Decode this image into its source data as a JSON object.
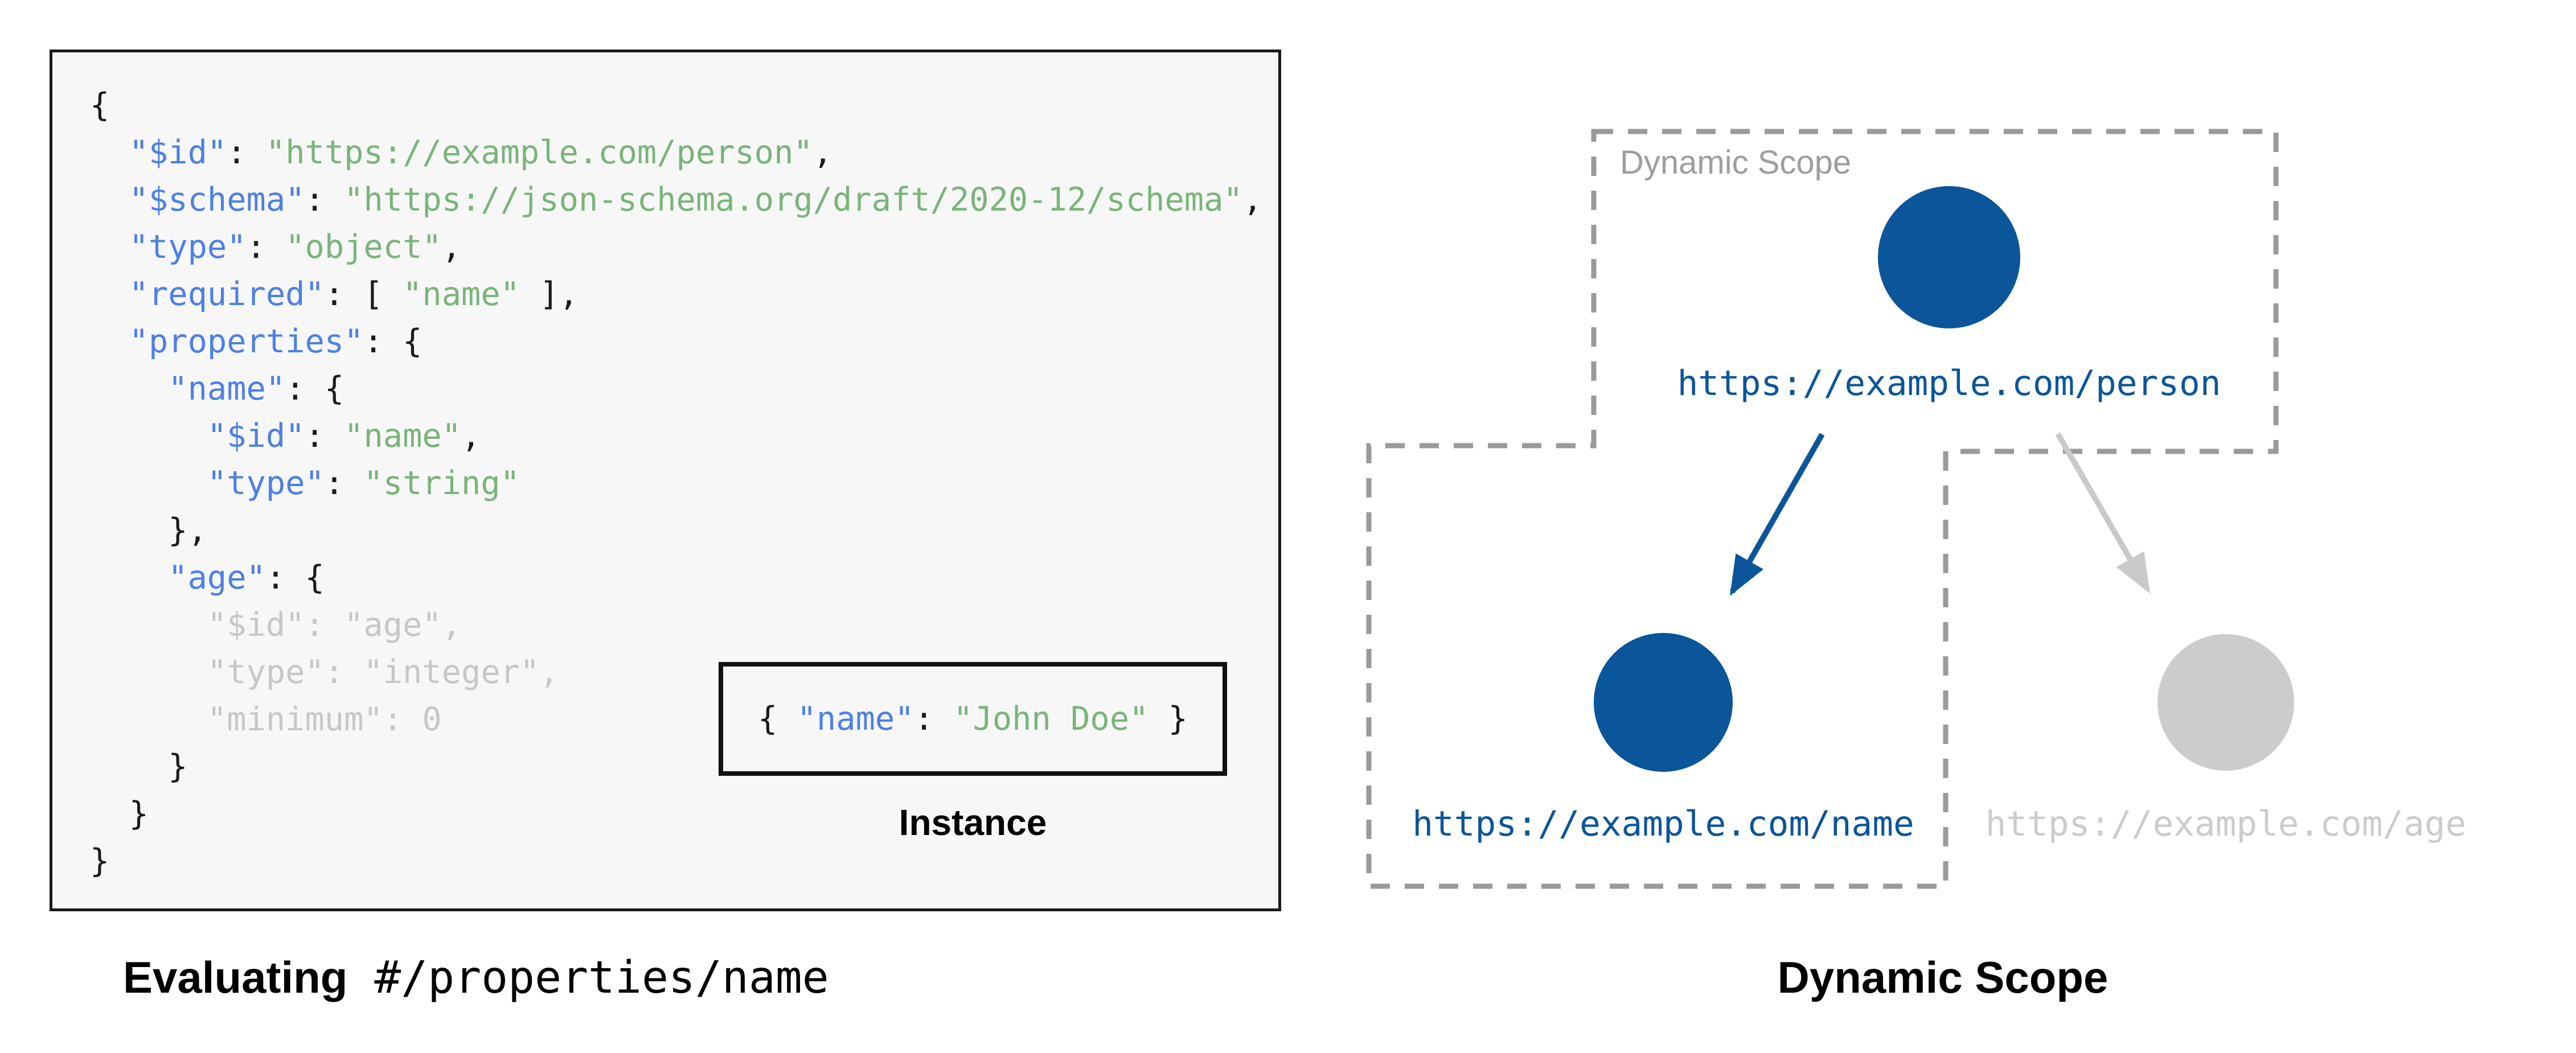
{
  "left_panel": {
    "code_lines": [
      [
        [
          "p",
          "{"
        ]
      ],
      [
        [
          "p",
          "  "
        ],
        [
          "k",
          "\"$id\""
        ],
        [
          "p",
          ": "
        ],
        [
          "s",
          "\"https://example.com/person\""
        ],
        [
          "p",
          ","
        ]
      ],
      [
        [
          "p",
          "  "
        ],
        [
          "k",
          "\"$schema\""
        ],
        [
          "p",
          ": "
        ],
        [
          "s",
          "\"https://json-schema.org/draft/2020-12/schema\""
        ],
        [
          "p",
          ","
        ]
      ],
      [
        [
          "p",
          "  "
        ],
        [
          "k",
          "\"type\""
        ],
        [
          "p",
          ": "
        ],
        [
          "s",
          "\"object\""
        ],
        [
          "p",
          ","
        ]
      ],
      [
        [
          "p",
          "  "
        ],
        [
          "k",
          "\"required\""
        ],
        [
          "p",
          ": [ "
        ],
        [
          "s",
          "\"name\""
        ],
        [
          "p",
          " ],"
        ]
      ],
      [
        [
          "p",
          "  "
        ],
        [
          "k",
          "\"properties\""
        ],
        [
          "p",
          ": {"
        ]
      ],
      [
        [
          "p",
          "    "
        ],
        [
          "k",
          "\"name\""
        ],
        [
          "p",
          ": {"
        ]
      ],
      [
        [
          "p",
          "      "
        ],
        [
          "k",
          "\"$id\""
        ],
        [
          "p",
          ": "
        ],
        [
          "s",
          "\"name\""
        ],
        [
          "p",
          ","
        ]
      ],
      [
        [
          "p",
          "      "
        ],
        [
          "k",
          "\"type\""
        ],
        [
          "p",
          ": "
        ],
        [
          "s",
          "\"string\""
        ]
      ],
      [
        [
          "p",
          "    },"
        ]
      ],
      [
        [
          "p",
          "    "
        ],
        [
          "k",
          "\"age\""
        ],
        [
          "p",
          ": {"
        ]
      ],
      [
        [
          "g",
          "      \"$id\": \"age\","
        ]
      ],
      [
        [
          "g",
          "      \"type\": \"integer\","
        ]
      ],
      [
        [
          "g",
          "      \"minimum\": 0"
        ]
      ],
      [
        [
          "p",
          "    }"
        ]
      ],
      [
        [
          "p",
          "  }"
        ]
      ],
      [
        [
          "p",
          "}"
        ]
      ]
    ],
    "instance": {
      "tokens": [
        [
          "p",
          "{ "
        ],
        [
          "k",
          "\"name\""
        ],
        [
          "p",
          ": "
        ],
        [
          "s",
          "\"John Doe\""
        ],
        [
          "p",
          " }"
        ]
      ],
      "label": "Instance"
    },
    "caption_bold": "Evaluating",
    "caption_mono": " #/properties/name"
  },
  "right_panel": {
    "scope_label": "Dynamic Scope",
    "caption": "Dynamic Scope",
    "nodes": [
      {
        "id": "person",
        "url": "https://example.com/person",
        "state": "active"
      },
      {
        "id": "name",
        "url": "https://example.com/name",
        "state": "active"
      },
      {
        "id": "age",
        "url": "https://example.com/age",
        "state": "inactive"
      }
    ]
  },
  "colors": {
    "key_blue": "#4d80e4",
    "string_green": "#79b579",
    "punctuation": "#1a1a1a",
    "muted_code": "#c7c7c7",
    "node_active": "#0b559b",
    "node_inactive": "#cccccc",
    "dash_gray": "#9a9a9a",
    "panel_bg": "#f7f7f8"
  }
}
